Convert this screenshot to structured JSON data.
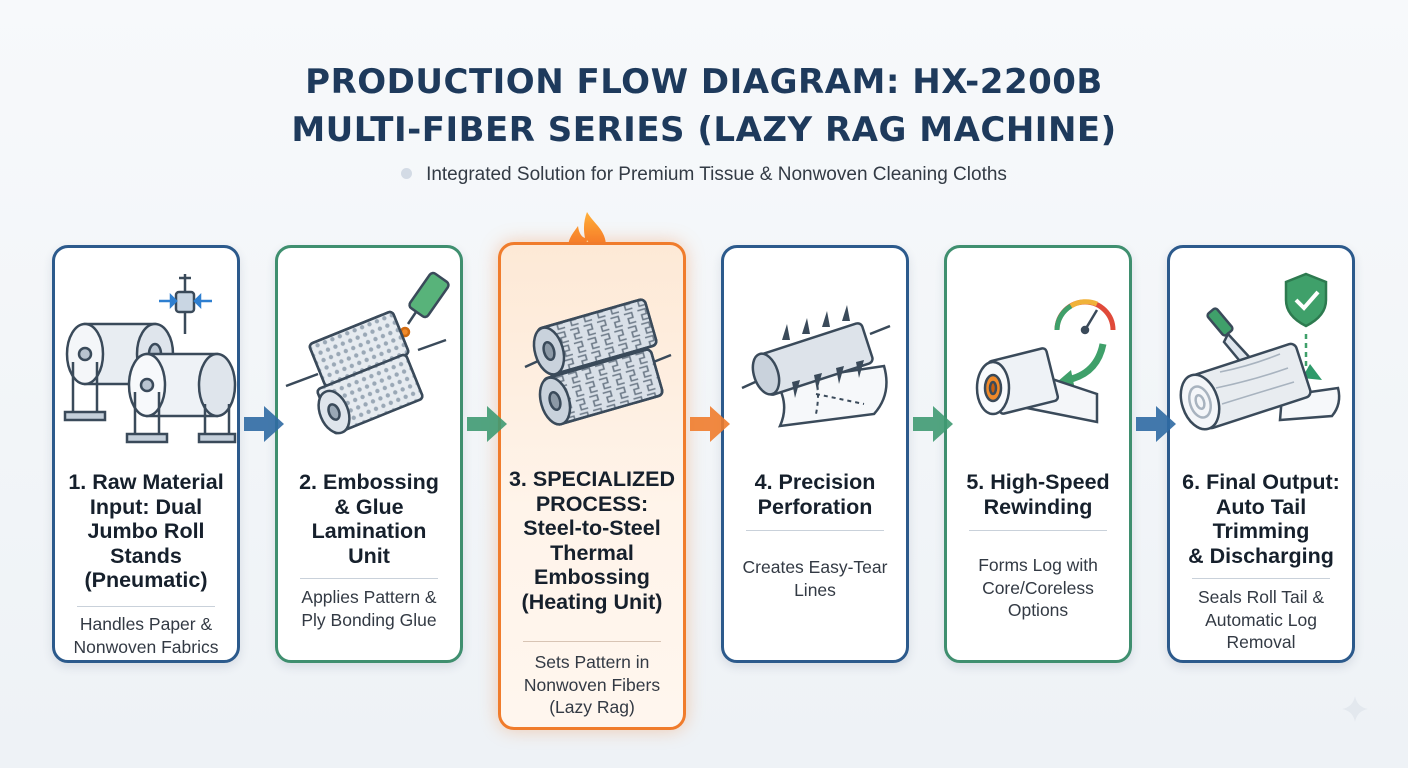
{
  "title": {
    "line1": "PRODUCTION FLOW DIAGRAM: HX-2200B",
    "line2": "MULTI-FIBER SERIES (LAZY RAG MACHINE)"
  },
  "subtitle": "Integrated Solution for Premium Tissue & Nonwoven Cleaning Cloths",
  "steps": [
    {
      "title_lines": [
        "1. Raw Material",
        "Input: Dual",
        "Jumbo Roll",
        "Stands",
        "(Pneumatic)"
      ],
      "desc_lines": [
        "Handles Paper &",
        "Nonwoven Fabrics"
      ],
      "icon": "jumbo-roll-stands-icon",
      "border": "#2c5a8c"
    },
    {
      "title_lines": [
        "2. Embossing",
        "& Glue",
        "Lamination",
        "Unit"
      ],
      "desc_lines": [
        "Applies Pattern &",
        "Ply Bonding Glue"
      ],
      "icon": "embossing-glue-icon",
      "border": "#3f8f6f"
    },
    {
      "title_lines": [
        "3. SPECIALIZED",
        "PROCESS:",
        "Steel-to-Steel",
        "Thermal",
        "Embossing",
        "(Heating Unit)"
      ],
      "desc_lines": [
        "Sets Pattern in",
        "Nonwoven Fibers",
        "(Lazy Rag)"
      ],
      "icon": "steel-rollers-icon",
      "border": "#f07c2c"
    },
    {
      "title_lines": [
        "4. Precision",
        "Perforation"
      ],
      "desc_lines": [
        "Creates Easy-Tear",
        "Lines"
      ],
      "icon": "perforation-roller-icon",
      "border": "#2c5a8c"
    },
    {
      "title_lines": [
        "5. High-Speed",
        "Rewinding"
      ],
      "desc_lines": [
        "Forms Log with",
        "Core/Coreless",
        "Options"
      ],
      "icon": "rewinding-gauge-icon",
      "border": "#3f8f6f"
    },
    {
      "title_lines": [
        "6. Final Output:",
        "Auto Tail",
        "Trimming",
        "& Discharging"
      ],
      "desc_lines": [
        "Seals Roll Tail &",
        "Automatic Log",
        "Removal"
      ],
      "icon": "log-trimming-icon",
      "border": "#2c5a8c"
    }
  ],
  "arrows": [
    "#2f6aa3",
    "#3f9a72",
    "#f07c2c",
    "#3f9a72",
    "#2f6aa3"
  ],
  "colors": {
    "blue": "#2c5a8c",
    "green": "#3f8f6f",
    "orange": "#f07c2c",
    "title": "#1e3a5c"
  }
}
